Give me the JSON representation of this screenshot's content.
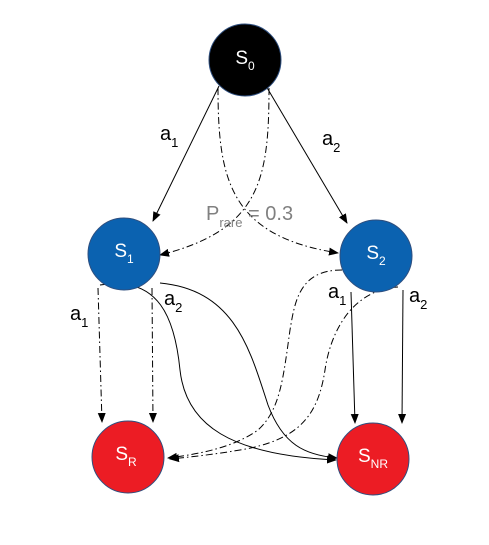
{
  "colors": {
    "start_node": "#000000",
    "middle_node": "#0b62b0",
    "rewarded_node": "#ec1c24",
    "node_stroke": "#2f4f7f",
    "arrow": "#000000",
    "probability_text": "#808080"
  },
  "nodes": {
    "s0": {
      "main": "S",
      "sub": "0"
    },
    "s1": {
      "main": "S",
      "sub": "1"
    },
    "s2": {
      "main": "S",
      "sub": "2"
    },
    "sr": {
      "main": "S",
      "sub": "R"
    },
    "snr": {
      "main": "S",
      "sub": "NR"
    }
  },
  "edge_labels": {
    "s0_a1": {
      "main": "a",
      "sub": "1"
    },
    "s0_a2": {
      "main": "a",
      "sub": "2"
    },
    "s1_a1": {
      "main": "a",
      "sub": "1"
    },
    "s1_a2": {
      "main": "a",
      "sub": "2"
    },
    "s2_a1": {
      "main": "a",
      "sub": "1"
    },
    "s2_a2": {
      "main": "a",
      "sub": "2"
    }
  },
  "rare_transition": {
    "main": "P",
    "sub": "rare",
    "rest": " = 0.3"
  }
}
